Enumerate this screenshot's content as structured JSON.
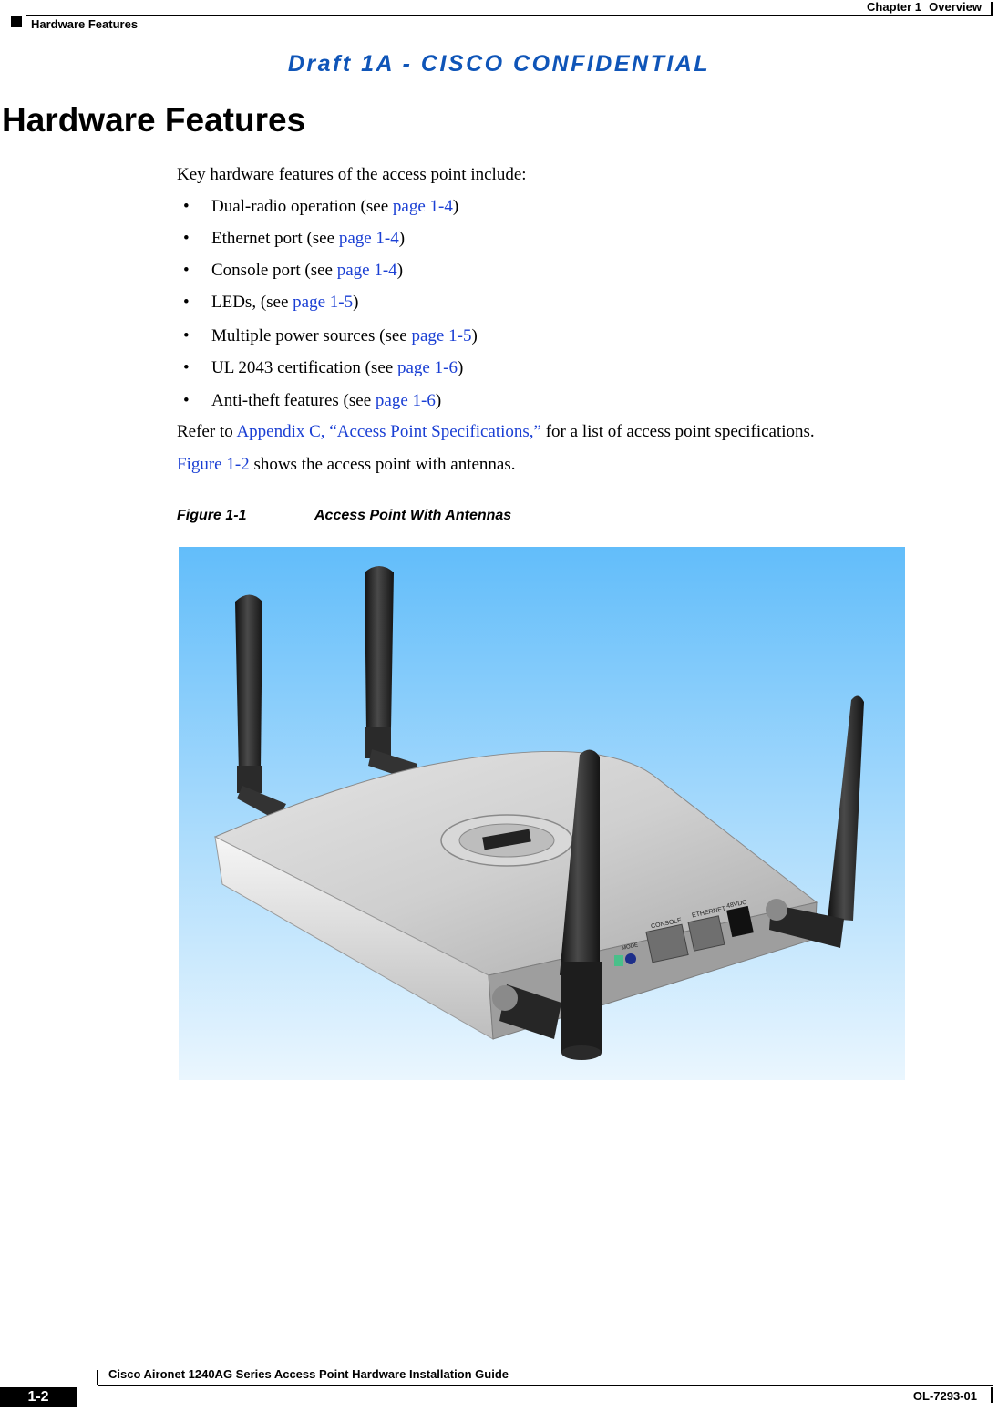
{
  "header": {
    "chapter": "Chapter 1",
    "chapter_title": "Overview",
    "section": "Hardware Features"
  },
  "watermark": "Draft 1A - CISCO CONFIDENTIAL",
  "heading": "Hardware Features",
  "intro": "Key hardware features of the access point include:",
  "bullets": [
    {
      "text": "Dual-radio operation (see ",
      "link": "page 1-4",
      "close": ")"
    },
    {
      "text": "Ethernet port (see ",
      "link": "page 1-4",
      "close": ")"
    },
    {
      "text": "Console port (see ",
      "link": "page 1-4",
      "close": ")"
    },
    {
      "text": "LEDs, (see ",
      "link": "page 1-5",
      "close": ")"
    },
    {
      "text": "Multiple power sources (see ",
      "link": "page 1-5",
      "close": ")"
    },
    {
      "text": "UL 2043 certification (see ",
      "link": "page 1-6",
      "close": ")"
    },
    {
      "text": "Anti-theft features (see ",
      "link": "page 1-6",
      "close": ")"
    }
  ],
  "refer": {
    "prefix": "Refer to ",
    "link": "Appendix C, “Access Point Specifications,”",
    "suffix": " for a list of access point specifications."
  },
  "figure_ref": {
    "link": "Figure 1-2",
    "suffix": " shows the access point with antennas."
  },
  "figure": {
    "number": "Figure 1-1",
    "title": "Access Point With Antennas",
    "labels": {
      "console": "CONSOLE",
      "ethernet": "ETHERNET",
      "power": "48VDC",
      "mode": "MODE"
    },
    "colors": {
      "sky_top": "#62bdfa",
      "sky_bottom": "#eaf6fe",
      "antenna": "#1f1f1f",
      "housing": "#c9c9c9"
    }
  },
  "footer": {
    "guide_title": "Cisco Aironet 1240AG Series Access Point Hardware Installation Guide",
    "page": "1-2",
    "doc_number": "OL-7293-01"
  }
}
